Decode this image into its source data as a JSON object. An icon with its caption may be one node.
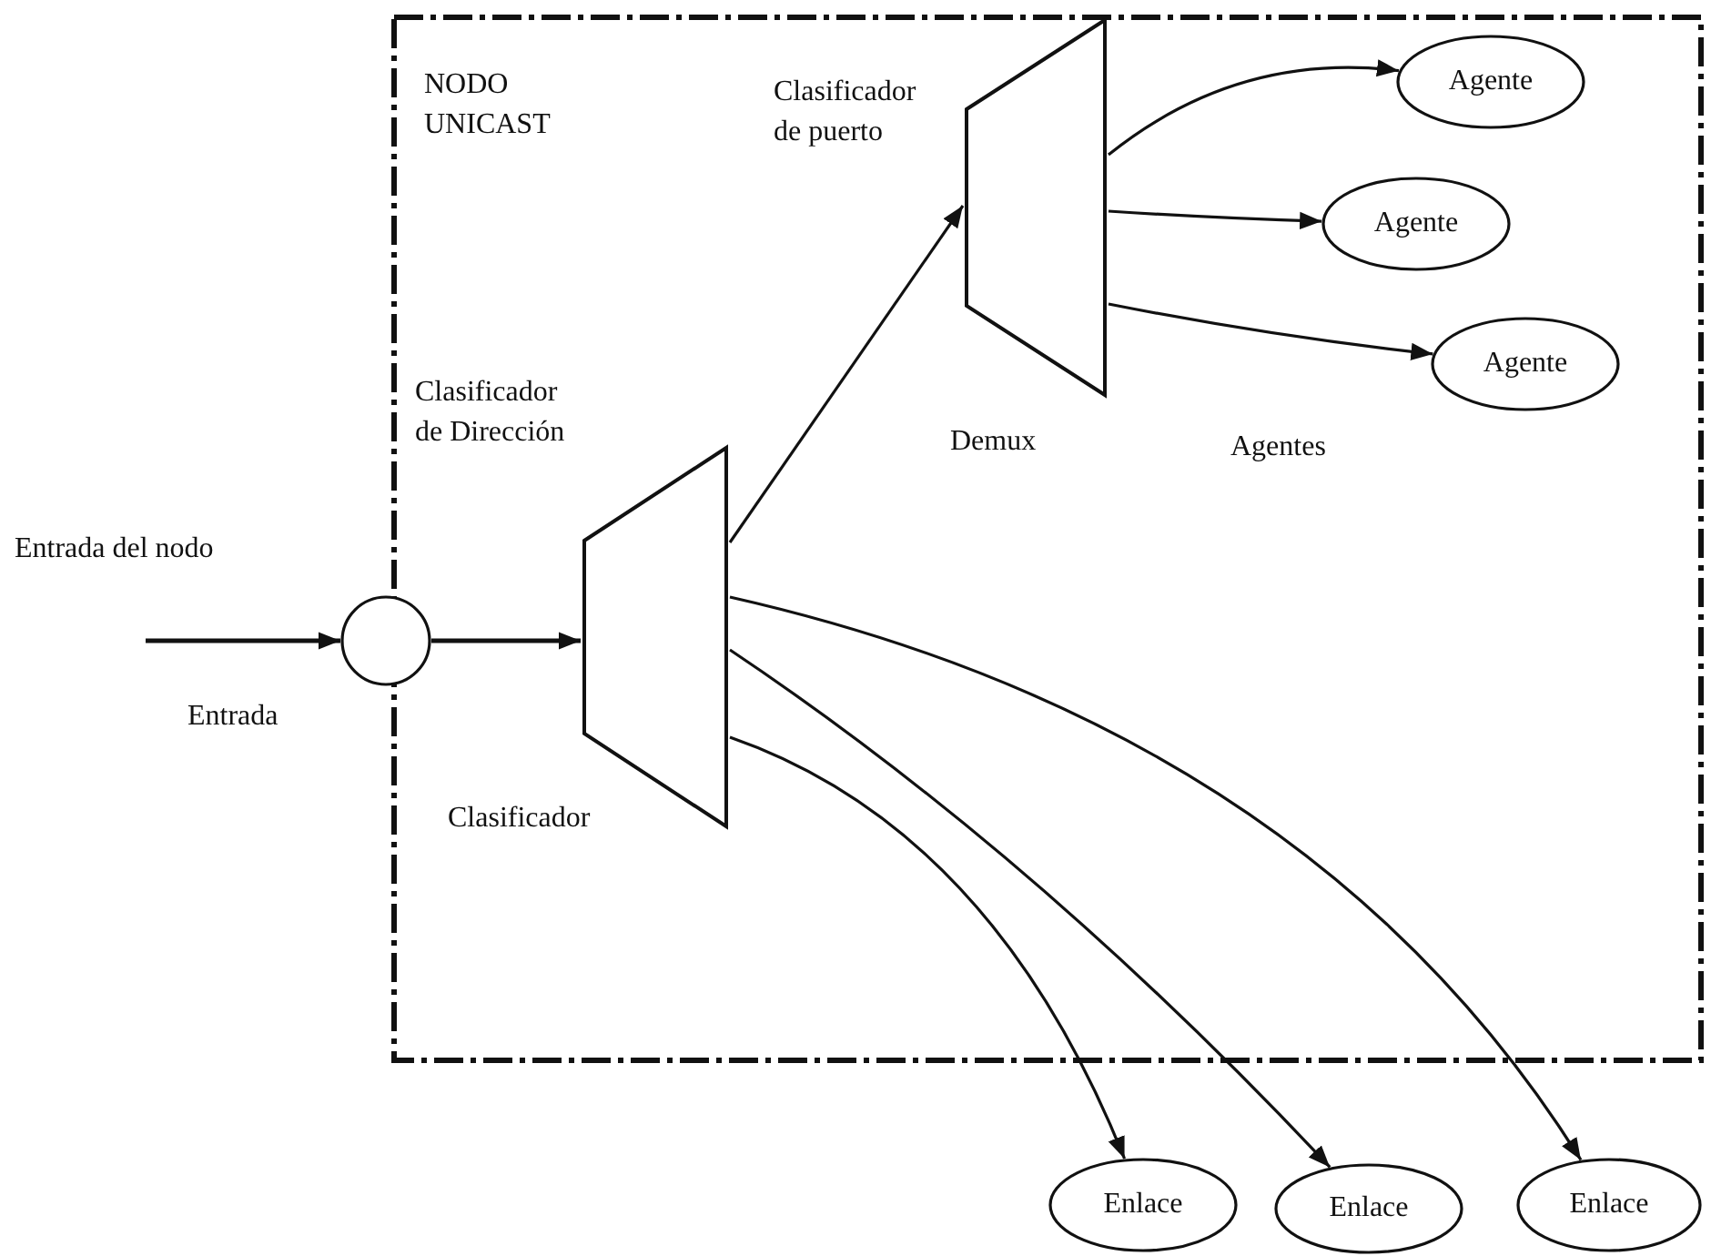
{
  "diagram": {
    "nodes": [
      {
        "text": [
          "NODO UNICAST"
        ]
      },
      {
        "text": [],
        "shape": "circle",
        "beside": [
          "Entrada"
        ]
      },
      {
        "text": [
          "Clasificador de Dirección",
          "Clasificador"
        ],
        "in": 0
      },
      {
        "text": [
          "Clasificador de puerto",
          "Demux"
        ],
        "in": 0
      },
      {
        "text": [
          "Agente"
        ],
        "in": 0
      },
      {
        "text": [
          "Agente"
        ],
        "in": 0
      },
      {
        "text": [
          "Agente"
        ],
        "in": 0
      },
      {
        "text": [
          "Enlace"
        ]
      },
      {
        "text": [
          "Enlace"
        ]
      },
      {
        "text": [
          "Enlace"
        ]
      }
    ],
    "edges": [
      {
        "from": null,
        "to": 1,
        "arrow": "to",
        "label": "Entrada del nodo"
      },
      {
        "from": 1,
        "to": 2,
        "arrow": "to"
      },
      {
        "from": 2,
        "to": 3,
        "arrow": "to"
      },
      {
        "from": 3,
        "to": 4,
        "arrow": "to"
      },
      {
        "from": 3,
        "to": 5,
        "arrow": "to"
      },
      {
        "from": 3,
        "to": 6,
        "arrow": "to"
      },
      {
        "from": 2,
        "to": 7,
        "arrow": "to"
      },
      {
        "from": 2,
        "to": 8,
        "arrow": "to"
      },
      {
        "from": 2,
        "to": 9,
        "arrow": "to"
      }
    ],
    "labels": [
      "Agentes"
    ]
  }
}
